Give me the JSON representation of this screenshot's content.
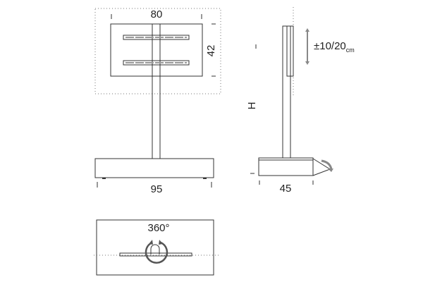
{
  "front_view": {
    "width_label": "80",
    "height_label": "42",
    "base_width_label": "95"
  },
  "side_view": {
    "height_label": "H",
    "depth_label": "45",
    "adjust_label": "±10/20",
    "adjust_unit": "cm"
  },
  "top_view": {
    "rotation_label": "360°"
  }
}
